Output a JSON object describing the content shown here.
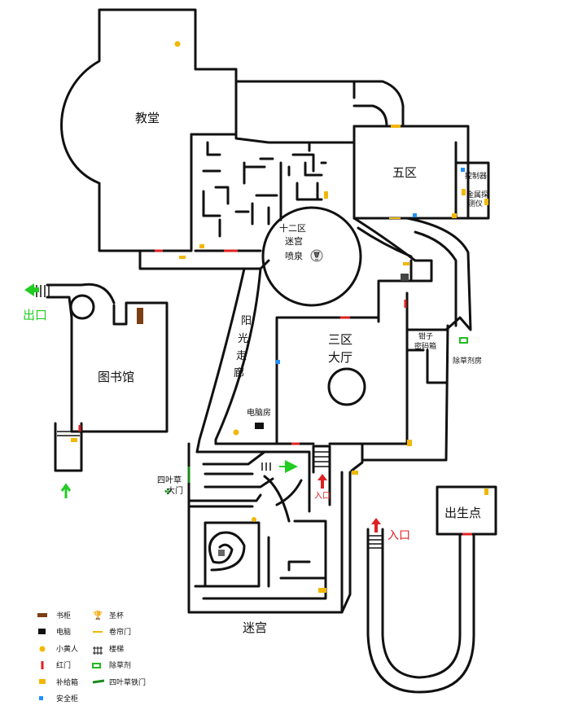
{
  "rooms": {
    "church": "教堂",
    "zone5": "五区",
    "controller": "控制器",
    "metal_detector_1": "金属探",
    "metal_detector_2": "测仪",
    "zone12_1": "十二区",
    "zone12_2": "迷宫",
    "zone12_3": "喷泉",
    "sunny_corridor_1": "阳",
    "sunny_corridor_2": "光",
    "sunny_corridor_3": "走",
    "sunny_corridor_4": "廊",
    "library": "图书馆",
    "exit": "出口",
    "zone3_1": "三区",
    "zone3_2": "大厅",
    "pliers_1": "钳子",
    "pliers_2": "密码箱",
    "herbicide_room": "除草剂房",
    "computer_room": "电脑房",
    "clover_door_1": "四叶草",
    "clover_door_2": "大门",
    "entrance_1": "入口",
    "entrance_2": "入口",
    "spawn": "出生点",
    "maze": "迷宫"
  },
  "legend": [
    {
      "icon": "bookshelf-icon",
      "label": "书柜",
      "color": "#7b3f14"
    },
    {
      "icon": "computer-icon",
      "label": "电脑",
      "color": "#111111"
    },
    {
      "icon": "yellow-figure-icon",
      "label": "小黄人",
      "color": "#f2b705"
    },
    {
      "icon": "red-door-icon",
      "label": "红门",
      "color": "#e02020"
    },
    {
      "icon": "supply-box-icon",
      "label": "补给箱",
      "color": "#f2b705"
    },
    {
      "icon": "safe-icon",
      "label": "安全柜",
      "color": "#1e90ff"
    },
    {
      "icon": "grail-icon",
      "label": "圣杯",
      "color": "#666666"
    },
    {
      "icon": "shutter-door-icon",
      "label": "卷帘门",
      "color": "#f2b705"
    },
    {
      "icon": "stairs-icon",
      "label": "楼梯",
      "color": "#111111"
    },
    {
      "icon": "herbicide-icon",
      "label": "除草剂",
      "color": "#22bb22"
    },
    {
      "icon": "clover-iron-door-icon",
      "label": "四叶草铁门",
      "color": "#1a8a1a"
    }
  ],
  "colors": {
    "wall": "#111111",
    "exit_arrow": "#22cc22",
    "entrance_arrow": "#e02020",
    "supply": "#f2b705",
    "safe": "#1e90ff",
    "red_door": "#e02020"
  }
}
